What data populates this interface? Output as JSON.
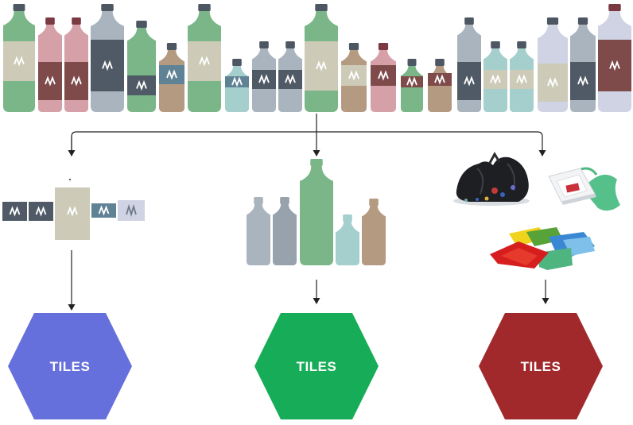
{
  "colors": {
    "bottle_green": "#7ab687",
    "bottle_green_light": "#93c29c",
    "bottle_pink": "#d6a0a8",
    "bottle_slate": "#aab4be",
    "bottle_slate_dark": "#97a2ad",
    "bottle_teal": "#a4cfcc",
    "bottle_tan": "#b59a82",
    "bottle_lavender": "#cfd3e3",
    "label_cream": "#cdcbb8",
    "label_maroon": "#7e4a4a",
    "label_dark": "#505a66",
    "label_blue": "#5f8395",
    "cap_dark": "#4d5663",
    "cap_red": "#7a3a42",
    "arrow": "#222222",
    "hex_blue": "#6670dc",
    "hex_green": "#17ad58",
    "hex_red": "#a1292b"
  },
  "icons": {
    "label_mark": "zigzag-logo-icon",
    "trash": "garbage-bag-icon",
    "bags": "plastic-bag-icon",
    "wrappers": "crumpled-wrapper-icon"
  },
  "outputs": [
    {
      "label": "TILES",
      "color": "#6670dc"
    },
    {
      "label": "TILES",
      "color": "#17ad58"
    },
    {
      "label": "TILES",
      "color": "#a1292b"
    }
  ]
}
